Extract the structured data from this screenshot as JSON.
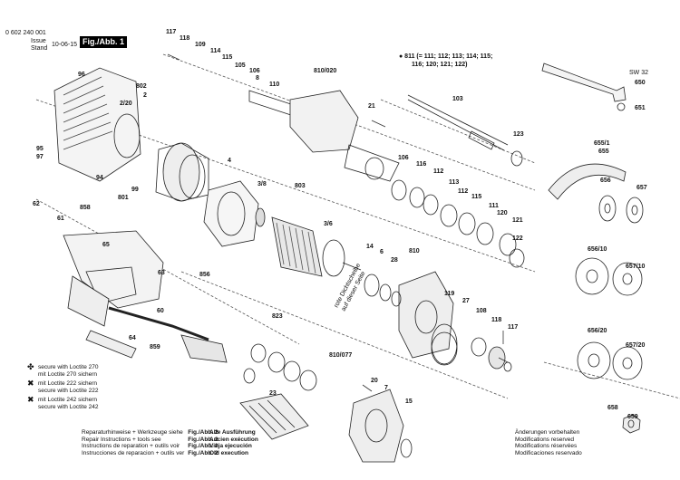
{
  "header": {
    "doc_number": "0 602 240 001",
    "issue_label": "Issue",
    "stand_label": "Stand",
    "issue_date": "10-06-15",
    "fig_title": "Fig./Abb. 1"
  },
  "note_811": {
    "line1": "● 811 (= 111; 112; 113; 114; 115;",
    "line2": "116; 120; 121; 122)"
  },
  "legend": [
    {
      "symbol": "✤",
      "line1": "secure with Loctite 270",
      "line2": "mit Loctite 270 sichern"
    },
    {
      "symbol": "✖",
      "line1": "mit Loctite 222 sichern",
      "line2": "secure with Loctite 222"
    },
    {
      "symbol": "✖",
      "line1": "mit Loctite 242 sichern",
      "line2": "secure with Loctite 242"
    }
  ],
  "instructions": [
    {
      "text": "Reparaturhinweise + Werkzeuge siehe",
      "fig": "Fig./Abb. 2"
    },
    {
      "text": "Repair Instructions + tools see",
      "fig": "Fig./Abb. 2"
    },
    {
      "text": "Instructions de reparation + outils voir",
      "fig": "Fig./Abb. 2"
    },
    {
      "text": "Instrucciones de reparacion + outils ver",
      "fig": "Fig./Abb. 2"
    }
  ],
  "old_version": [
    "Alte Ausführung",
    "Ancien exécution",
    "Vieja ejecución",
    "Old execution"
  ],
  "changes": [
    "Änderungen vorbehalten",
    "Modifications reserved",
    "Modifications réservées",
    "Modificaciones reservado"
  ],
  "direction_note": [
    "rote Dichtscheibe",
    "auf dieser Seite"
  ],
  "wrench_label": "SW 32",
  "labels": {
    "l117a": "117",
    "l118a": "118",
    "l109": "109",
    "l114": "114",
    "l115": "115",
    "l105": "105",
    "l106a": "106",
    "l8": "8",
    "l110": "110",
    "l810_020": "810/020",
    "l21": "21",
    "l103": "103",
    "l123": "123",
    "l650": "650",
    "l651": "651",
    "l96": "96",
    "l802": "802",
    "l2": "2",
    "l2_20": "2/20",
    "l95": "95",
    "l97": "97",
    "l94": "94",
    "l99": "99",
    "l801": "801",
    "l4": "4",
    "l3_8": "3/8",
    "l803": "803",
    "l3_6": "3/6",
    "l106b": "106",
    "l116": "116",
    "l112a": "112",
    "l113": "113",
    "l112b": "112",
    "l115b": "115",
    "l111": "111",
    "l120": "120",
    "l121": "121",
    "l122": "122",
    "l655_1": "655/1",
    "l655": "655",
    "l656": "656",
    "l657": "657",
    "l62": "62",
    "l61": "61",
    "l858": "858",
    "l65": "65",
    "l14": "14",
    "l6": "6",
    "l810": "810",
    "l28": "28",
    "l656_10": "656/10",
    "l657_10": "657/10",
    "l63": "63",
    "l856": "856",
    "l119": "119",
    "l27": "27",
    "l60": "60",
    "l823": "823",
    "l108": "108",
    "l118b": "118",
    "l117b": "117",
    "l64": "64",
    "l859": "859",
    "l656_20": "656/20",
    "l657_20": "657/20",
    "l810_077": "810/077",
    "l23": "23",
    "l20": "20",
    "l7": "7",
    "l15": "15",
    "l658": "658",
    "l659": "659"
  }
}
